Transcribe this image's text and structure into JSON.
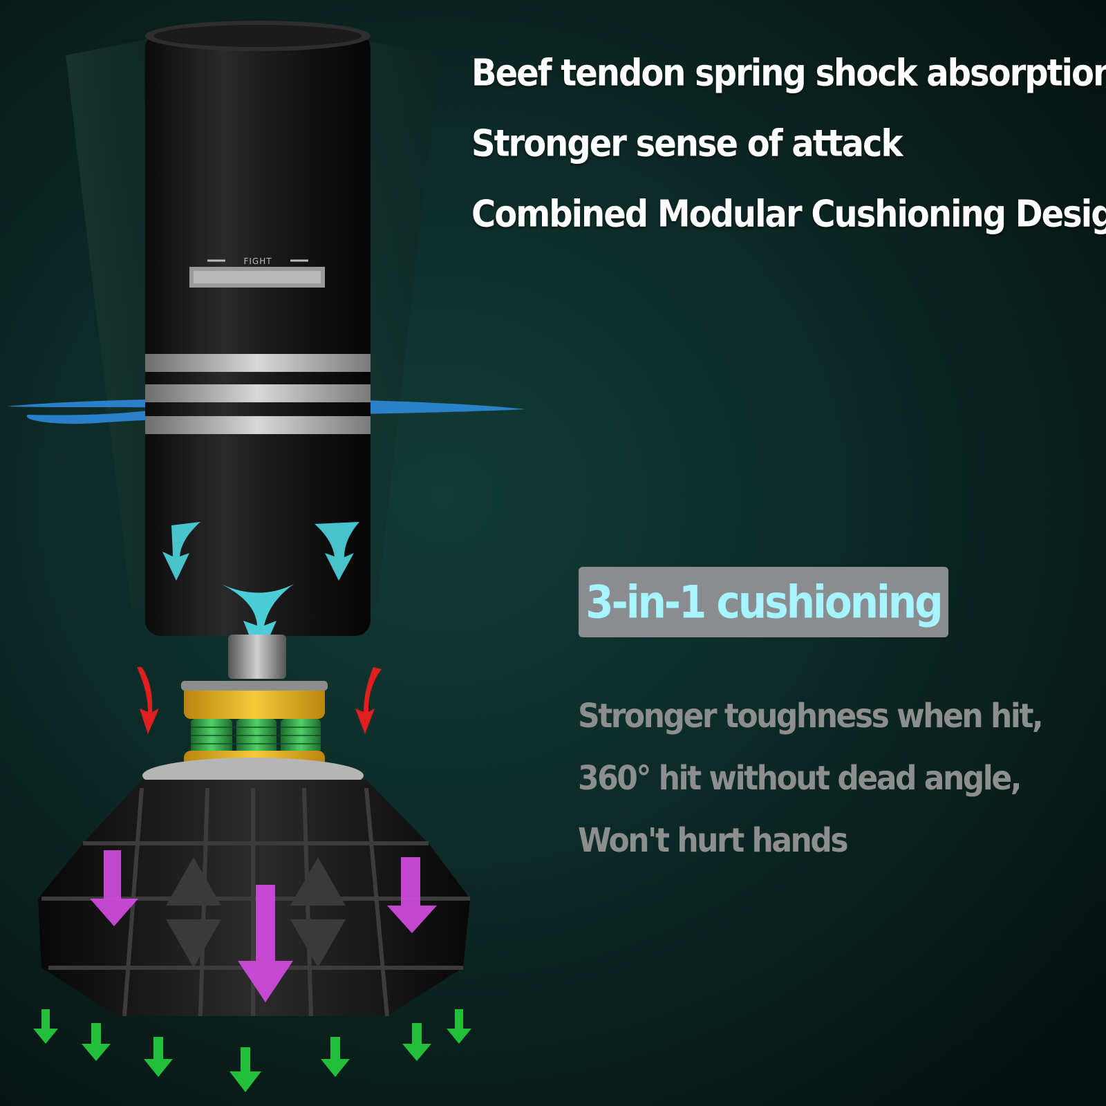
{
  "headlines": [
    "Beef tendon spring shock absorption",
    "Stronger sense of attack",
    "Combined Modular Cushioning Design"
  ],
  "badge": {
    "label": "3-in-1 cushioning"
  },
  "features": [
    "Stronger toughness when hit,",
    "360° hit without dead angle,",
    "Won't hurt hands"
  ],
  "product": {
    "brand_label": "FIGHT"
  },
  "colors": {
    "background": "#0d2b27",
    "headline_text": "#ffffff",
    "badge_bg": "#8a8d8f",
    "badge_text": "#a6f4ff",
    "feature_text": "#8d8f8e",
    "arrow_cyan": "#4fd6e0",
    "arrow_red": "#e02020",
    "arrow_magenta": "#d24be0",
    "arrow_green": "#22c03a",
    "spring_green": "#2fa84a",
    "hub_gold": "#e6b21e",
    "swoosh_blue": "#2f8fe6"
  }
}
